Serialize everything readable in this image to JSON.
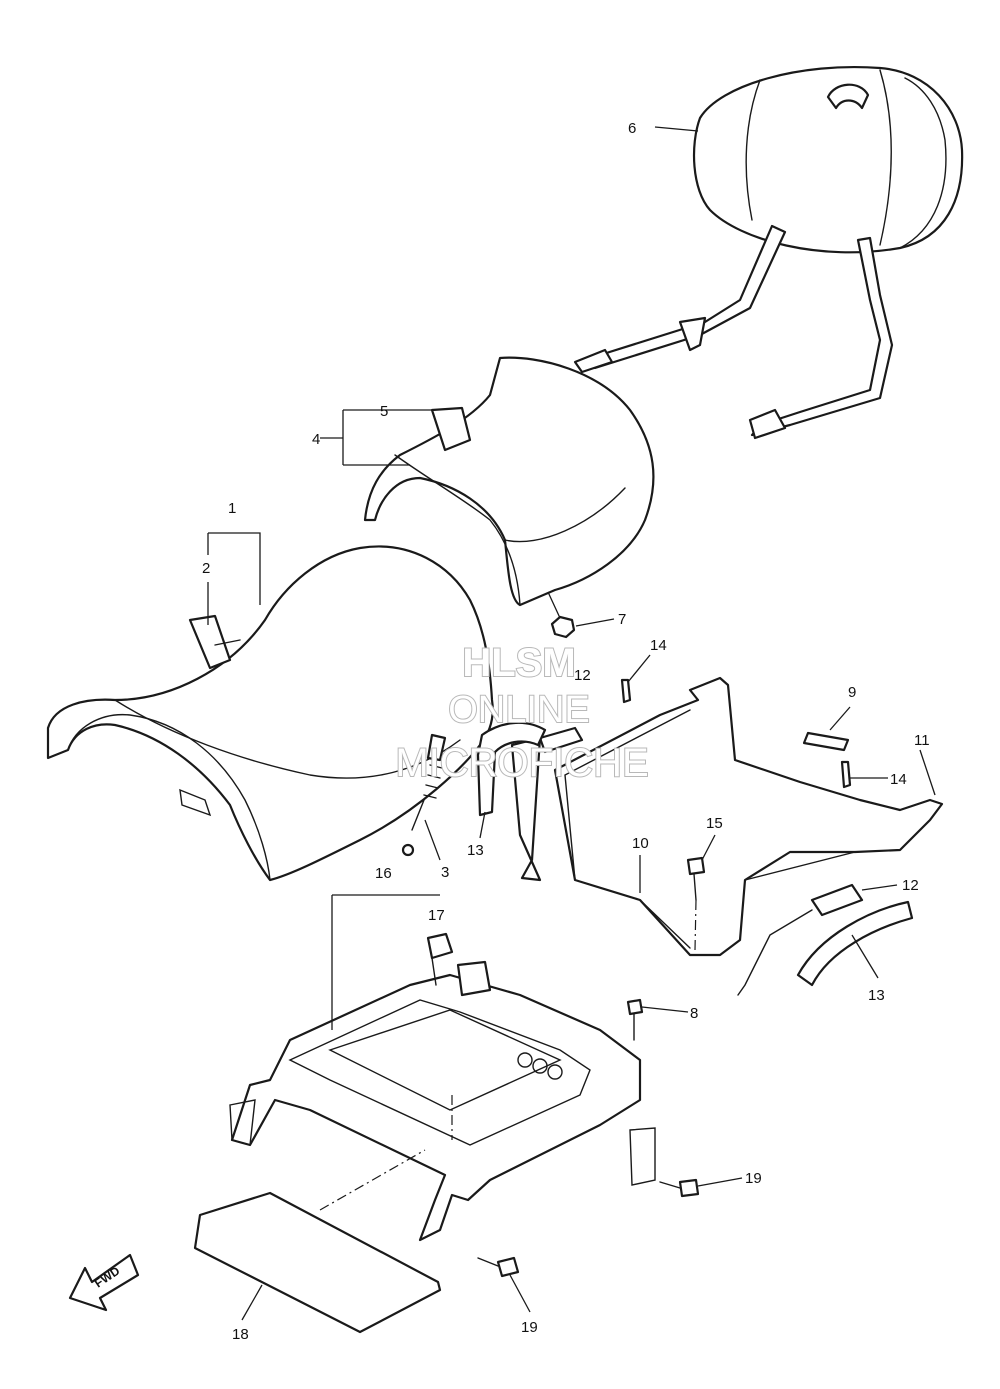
{
  "watermark": {
    "line1": "HLSM",
    "line2": "ONLINE",
    "line3": "MICROFICHE"
  },
  "direction_arrow": {
    "label": "FWD"
  },
  "callouts": [
    {
      "id": "c1",
      "label": "1"
    },
    {
      "id": "c2",
      "label": "2"
    },
    {
      "id": "c3",
      "label": "3"
    },
    {
      "id": "c4",
      "label": "4"
    },
    {
      "id": "c5",
      "label": "5"
    },
    {
      "id": "c6",
      "label": "6"
    },
    {
      "id": "c7",
      "label": "7"
    },
    {
      "id": "c8",
      "label": "8"
    },
    {
      "id": "c9",
      "label": "9"
    },
    {
      "id": "c10",
      "label": "10"
    },
    {
      "id": "c11",
      "label": "11"
    },
    {
      "id": "c12a",
      "label": "12"
    },
    {
      "id": "c12b",
      "label": "12"
    },
    {
      "id": "c13a",
      "label": "13"
    },
    {
      "id": "c13b",
      "label": "13"
    },
    {
      "id": "c14a",
      "label": "14"
    },
    {
      "id": "c14b",
      "label": "14"
    },
    {
      "id": "c15",
      "label": "15"
    },
    {
      "id": "c16",
      "label": "16"
    },
    {
      "id": "c17",
      "label": "17"
    },
    {
      "id": "c18",
      "label": "18"
    },
    {
      "id": "c19a",
      "label": "19"
    },
    {
      "id": "c19b",
      "label": "19"
    }
  ]
}
